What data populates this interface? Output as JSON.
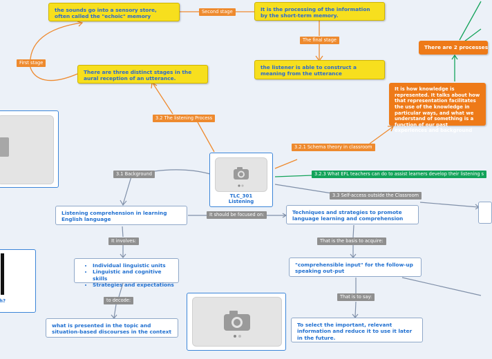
{
  "nodes": {
    "sensory": "the sounds go into a sensory store, often called the \"echoic\" memory",
    "short_term": "It is the processing of the information by the short-term memory.",
    "listener": "the listener is able to construct a meaning from the utterance",
    "three_stages": "There are three distinct stages in the aural reception of an utterance.",
    "two_processes": "There are 2 processes",
    "schema_def": "It is how knowledge is represented. It talks about how that representation facilitates the use of the knowledge in particular ways, and what we understand of something is a function of our past experiences and background",
    "center_title_1": "TLC_301",
    "center_title_2": "Listening",
    "listening_comp": "Listening comprehension in learning English language",
    "techniques": "Techniques and strategies to promote language learning and comprehension",
    "bullets": [
      "Individual linguistic units",
      "Linguistic and cognitive skills",
      "Strategies and expectations"
    ],
    "comprehensible": "\"comprehensible input\" for the follow-up speaking out-put",
    "what_presented": "what is presented in the topic and situation-based discourses in the context",
    "select_info": "To select the important, relevant information and reduce it to use it later in the future.",
    "left_partial": "h?"
  },
  "labels": {
    "second_stage": "Second stage",
    "final_stage": "The final stage",
    "first_stage": "First stage",
    "listening_process": "3.2 The listening Process",
    "schema_theory": "3.2.1 Schema theory in classroom",
    "efl": "3.2.3 What EFL teachers can do to assist learners develop their listening s",
    "background": "3.1 Background",
    "self_access": "3.3 Self-access outside the Classroom",
    "focused_on": "It should be focused on:",
    "involves": "It involves:",
    "basis": "That is the basis to acquire:",
    "to_decode": "to decode:",
    "that_is": "That is to say:"
  },
  "colors": {
    "yellow": "#f7df1e",
    "orange": "#ee7a18",
    "blue": "#1778d6",
    "green": "#13a35a",
    "gray": "#8f8f8f",
    "canvas": "#ecf1f8"
  },
  "icons": [
    "camera-icon"
  ]
}
